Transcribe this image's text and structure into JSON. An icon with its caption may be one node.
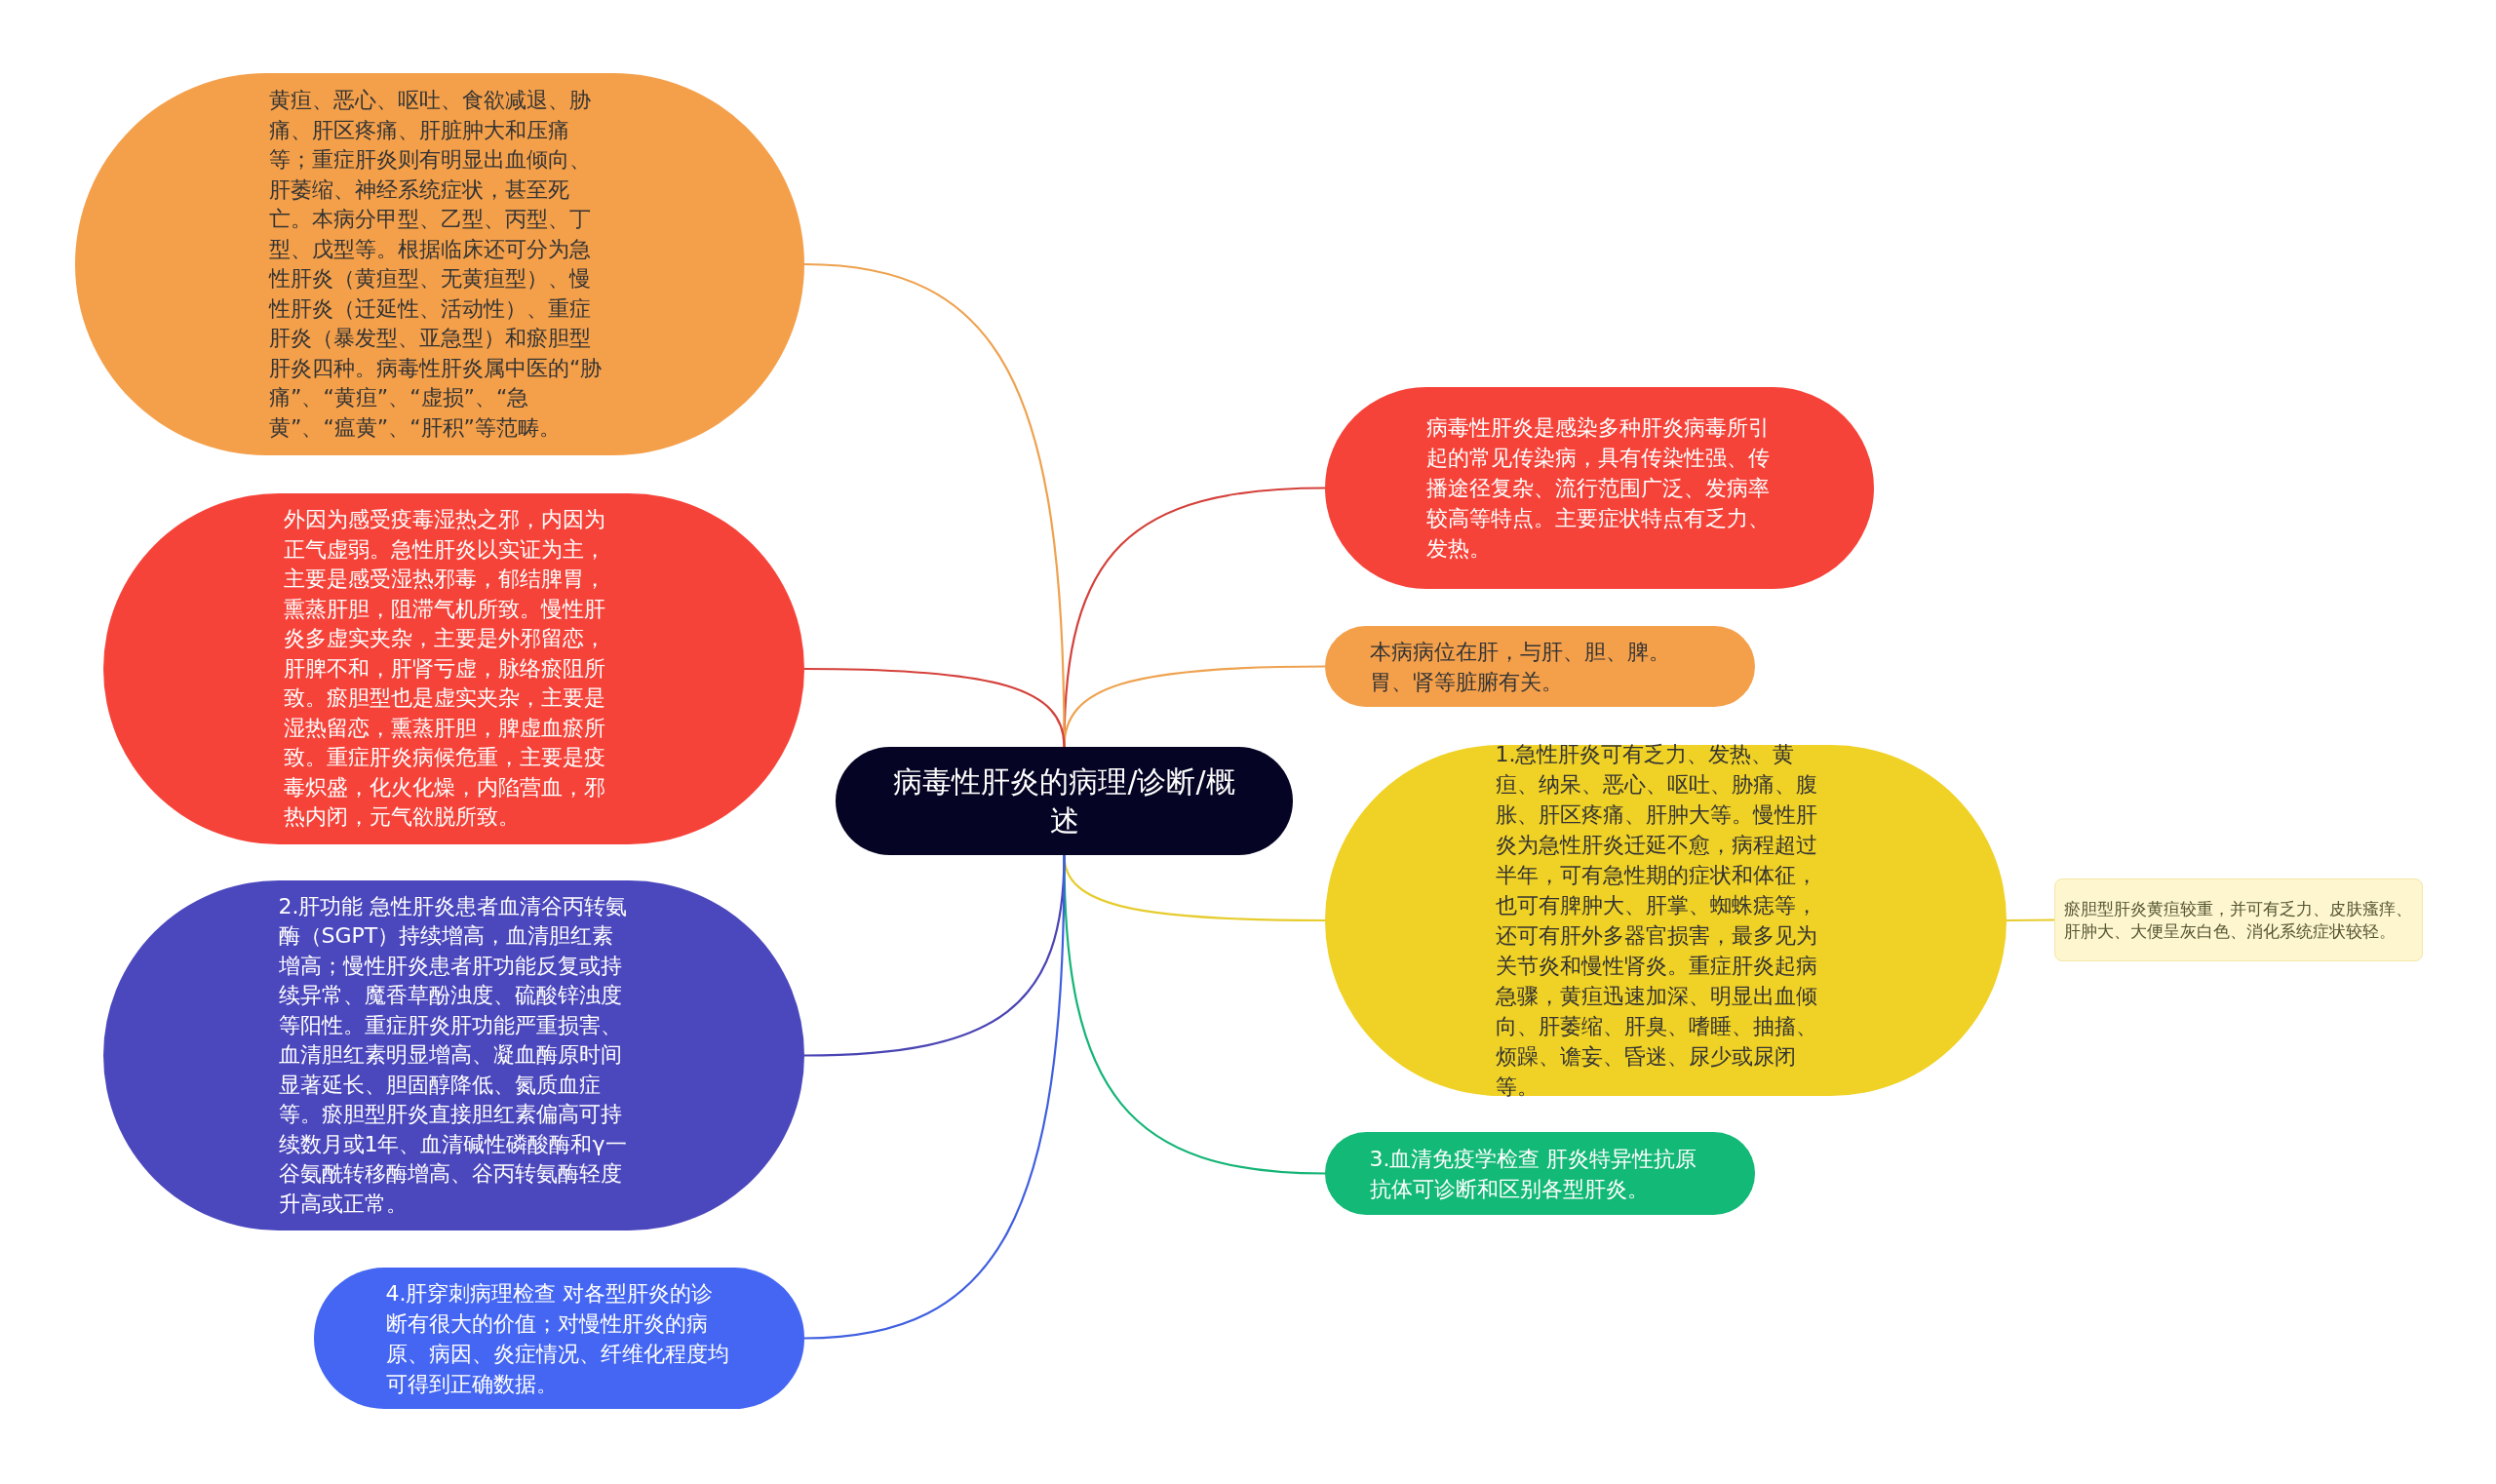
{
  "diagram": {
    "nodes": [
      {
        "text": [
          "病毒性肝炎的病理/诊断/概述"
        ]
      },
      {
        "text": [
          "病毒性肝炎是感染多种肝炎病毒所引起的常见传染病，具有传染性强、传播途径复杂、流行范围广泛、发病率较高等特点。主要症状特点有乏力、发热。"
        ]
      },
      {
        "text": [
          "本病病位在肝，与肝、胆、脾。胃、肾等脏腑有关。"
        ]
      },
      {
        "text": [
          "1.急性肝炎可有乏力、发热、黄疸、纳呆、恶心、呕吐、胁痛、腹胀、肝区疼痛、肝肿大等。慢性肝炎为急性肝炎迁延不愈，病程超过半年，可有急性期的症状和体征，也可有脾肿大、肝掌、蜘蛛痣等，还可有肝外多器官损害，最多见为关节炎和慢性肾炎。重症肝炎起病急骤，黄疸迅速加深、明显出血倾向、肝萎缩、肝臭、嗜睡、抽搐、烦躁、谵妄、昏迷、尿少或尿闭等。"
        ]
      },
      {
        "text": [
          "瘀胆型肝炎黄疸较重，并可有乏力、皮肤瘙痒、肝肿大、大便呈灰白色、消化系统症状较轻。"
        ]
      },
      {
        "text": [
          "3.血清免疫学检查 肝炎特异性抗原抗体可诊断和区别各型肝炎。"
        ]
      },
      {
        "text": [
          "黄疸、恶心、呕吐、食欲减退、胁痛、肝区疼痛、肝脏肿大和压痛等；重症肝炎则有明显出血倾向、肝萎缩、神经系统症状，甚至死亡。本病分甲型、乙型、丙型、丁型、戊型等。根据临床还可分为急性肝炎（黄疸型、无黄疸型）、慢性肝炎（迁延性、活动性）、重症肝炎（暴发型、亚急型）和瘀胆型肝炎四种。病毒性肝炎属中医的“胁痛”、“黄疸”、“虚损”、“急黄”、“瘟黄”、“肝积”等范畴。"
        ]
      },
      {
        "text": [
          "外因为感受疫毒湿热之邪，内因为正气虚弱。急性肝炎以实证为主，主要是感受湿热邪毒，郁结脾胃，熏蒸肝胆，阻滞气机所致。慢性肝炎多虚实夹杂，主要是外邪留恋，肝脾不和，肝肾亏虚，脉络瘀阻所致。瘀胆型也是虚实夹杂，主要是湿热留恋，熏蒸肝胆，脾虚血瘀所致。重症肝炎病候危重，主要是疫毒炽盛，化火化燥，内陷营血，邪热内闭，元气欲脱所致。"
        ]
      },
      {
        "text": [
          "2.肝功能 急性肝炎患者血清谷丙转氨酶（SGPT）持续增高，血清胆红素增高；慢性肝炎患者肝功能反复或持续异常、魔香草酚浊度、硫酸锌浊度等阳性。重症肝炎肝功能严重损害、血清胆红素明显增高、凝血酶原时间显著延长、胆固醇降低、氮质血症等。瘀胆型肝炎直接胆红素偏高可持续数月或1年、血清碱性磷酸酶和γ一谷氨酰转移酶增高、谷丙转氨酶轻度升高或正常。"
        ]
      },
      {
        "text": [
          "4.肝穿刺病理检查 对各型肝炎的诊断有很大的价值；对慢性肝炎的病原、病因、炎症情况、纤维化程度均可得到正确数据。"
        ]
      }
    ],
    "edges": [
      {
        "from": 0,
        "to": 1,
        "arrow": "none",
        "color": "#d4403a"
      },
      {
        "from": 0,
        "to": 2,
        "arrow": "none",
        "color": "#eea24f"
      },
      {
        "from": 0,
        "to": 3,
        "arrow": "none",
        "color": "#e6cc2e"
      },
      {
        "from": 3,
        "to": 4,
        "arrow": "none",
        "color": "#e6cc2e"
      },
      {
        "from": 0,
        "to": 5,
        "arrow": "none",
        "color": "#13b476"
      },
      {
        "from": 0,
        "to": 6,
        "arrow": "none",
        "color": "#eea24f"
      },
      {
        "from": 0,
        "to": 7,
        "arrow": "none",
        "color": "#d4403a"
      },
      {
        "from": 0,
        "to": 8,
        "arrow": "none",
        "color": "#4a44b4"
      },
      {
        "from": 0,
        "to": 9,
        "arrow": "none",
        "color": "#3f5fe0"
      }
    ]
  }
}
